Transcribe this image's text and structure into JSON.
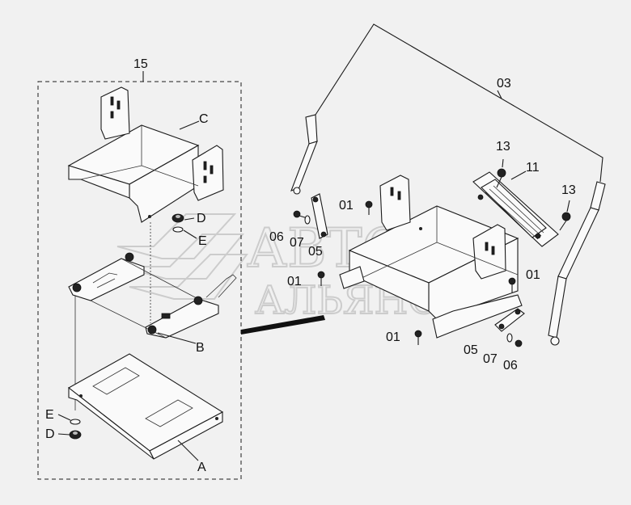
{
  "diagram": {
    "background": "#f1f1f1",
    "line_color": "#1a1a1a",
    "watermark": {
      "line1": "АВТО",
      "line2": "АЛЬЯНС",
      "color": "#c9c9c9"
    },
    "assembly_group_label": "15",
    "labels": {
      "c": "C",
      "d_top": "D",
      "e_top": "E",
      "b": "B",
      "e_bottom": "E",
      "d_bottom": "D",
      "a": "A",
      "p03": "03",
      "p13_left": "13",
      "p11": "11",
      "p13_right": "13",
      "p01_top": "01",
      "p06_left": "06",
      "p07_left": "07",
      "p05_left": "05",
      "p01_mid": "01",
      "p01_right": "01",
      "p01_bottom": "01",
      "p05_right": "05",
      "p07_right": "07",
      "p06_right": "06"
    }
  }
}
